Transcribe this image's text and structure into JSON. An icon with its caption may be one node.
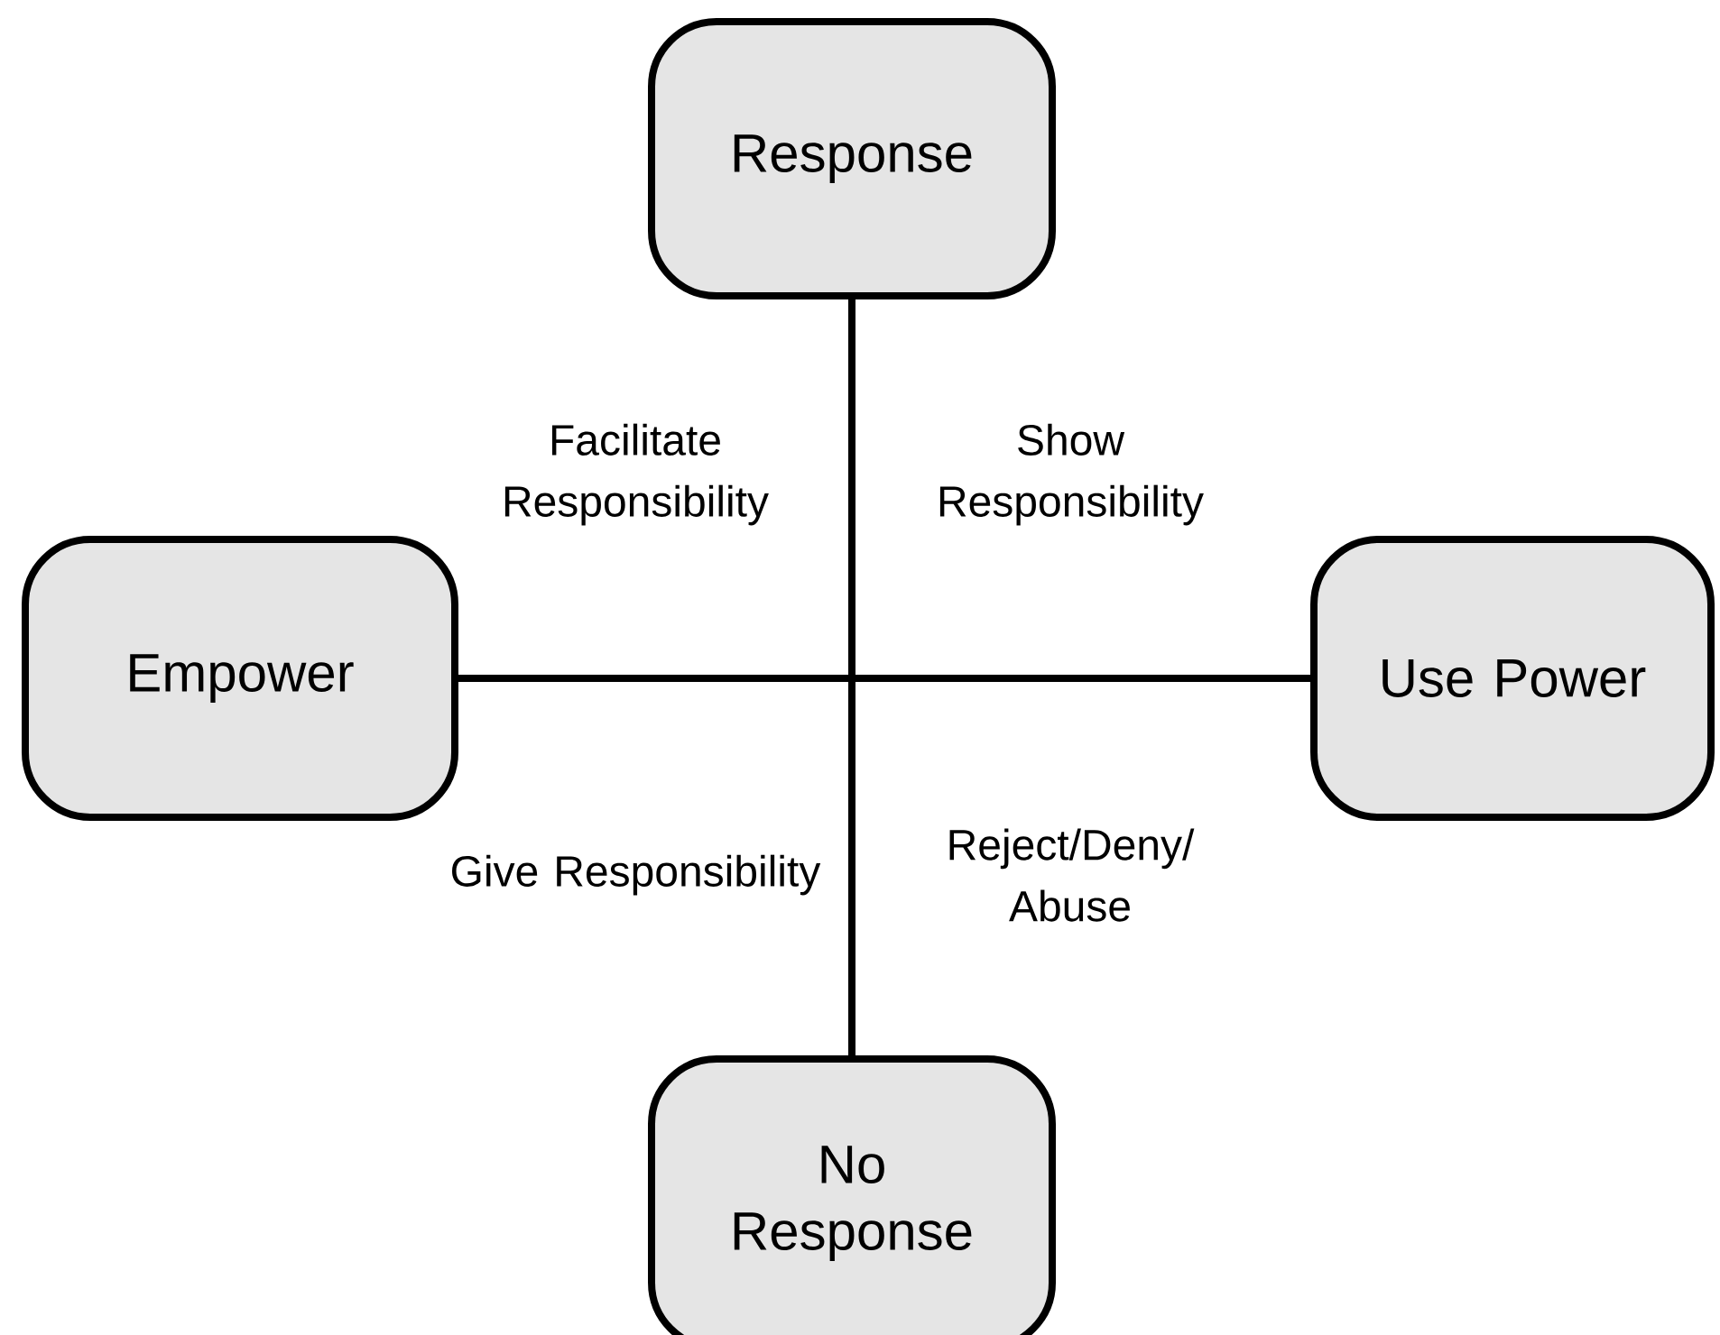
{
  "diagram": {
    "nodes": [
      {
        "text": [
          "Response"
        ]
      },
      {
        "text": [
          "Empower"
        ]
      },
      {
        "text": [
          "Use Power"
        ]
      },
      {
        "text": [
          "No Response"
        ]
      }
    ],
    "edges": [
      {
        "from": 0,
        "to": 3,
        "arrow": "none"
      },
      {
        "from": 1,
        "to": 2,
        "arrow": "none"
      }
    ],
    "labels": [
      "Facilitate Responsibility",
      "Show Responsibility",
      "Give Responsibility",
      "Reject/Deny/ Abuse"
    ]
  }
}
